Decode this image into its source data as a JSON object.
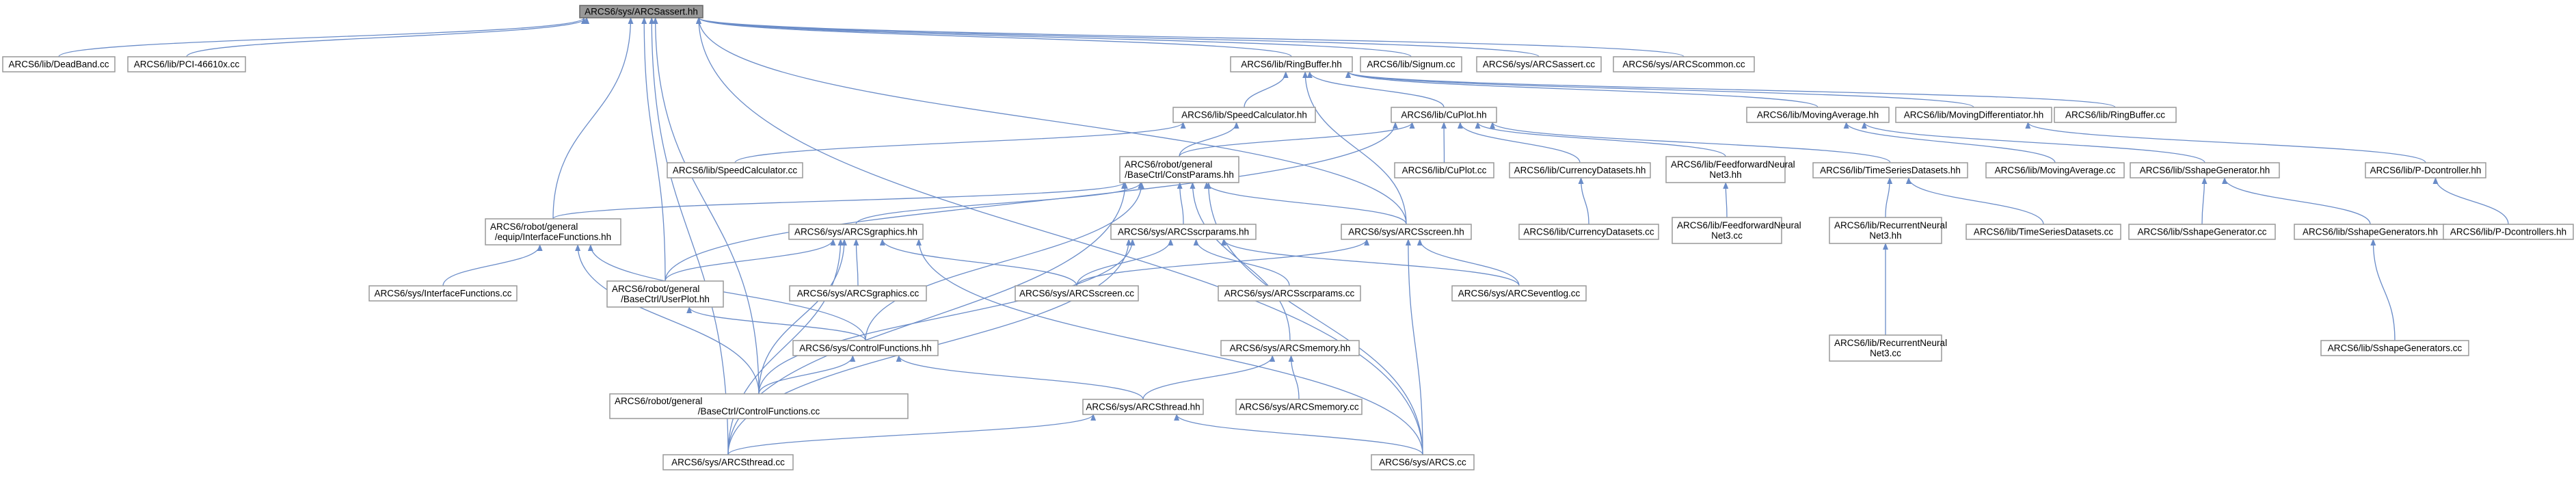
{
  "diagram": {
    "nodes": [
      {
        "id": "root",
        "lines": [
          "ARCS6/sys/ARCSassert.hh"
        ],
        "root": true
      },
      {
        "id": "deadband",
        "lines": [
          "ARCS6/lib/DeadBand.cc"
        ]
      },
      {
        "id": "pci",
        "lines": [
          "ARCS6/lib/PCI-46610x.cc"
        ]
      },
      {
        "id": "ringbufhh",
        "lines": [
          "ARCS6/lib/RingBuffer.hh"
        ]
      },
      {
        "id": "signum",
        "lines": [
          "ARCS6/lib/Signum.cc"
        ]
      },
      {
        "id": "assertcc",
        "lines": [
          "ARCS6/sys/ARCSassert.cc"
        ]
      },
      {
        "id": "commoncc",
        "lines": [
          "ARCS6/sys/ARCScommon.cc"
        ]
      },
      {
        "id": "speedcalchh",
        "lines": [
          "ARCS6/lib/SpeedCalculator.hh"
        ]
      },
      {
        "id": "cuplothh",
        "lines": [
          "ARCS6/lib/CuPlot.hh"
        ]
      },
      {
        "id": "movavghh",
        "lines": [
          "ARCS6/lib/MovingAverage.hh"
        ]
      },
      {
        "id": "movdiffhh",
        "lines": [
          "ARCS6/lib/MovingDifferentiator.hh"
        ]
      },
      {
        "id": "ringbufcc",
        "lines": [
          "ARCS6/lib/RingBuffer.cc"
        ]
      },
      {
        "id": "speedcalccc",
        "lines": [
          "ARCS6/lib/SpeedCalculator.cc"
        ]
      },
      {
        "id": "constparams",
        "lines": [
          "ARCS6/robot/general",
          "/BaseCtrl/ConstParams.hh"
        ]
      },
      {
        "id": "cuplotcc",
        "lines": [
          "ARCS6/lib/CuPlot.cc"
        ]
      },
      {
        "id": "currdshh",
        "lines": [
          "ARCS6/lib/CurrencyDatasets.hh"
        ]
      },
      {
        "id": "ffnnhh",
        "lines": [
          "ARCS6/lib/FeedforwardNeural",
          "Net3.hh"
        ]
      },
      {
        "id": "tsdshh",
        "lines": [
          "ARCS6/lib/TimeSeriesDatasets.hh"
        ]
      },
      {
        "id": "movavgcc",
        "lines": [
          "ARCS6/lib/MovingAverage.cc"
        ]
      },
      {
        "id": "sshapegenhh",
        "lines": [
          "ARCS6/lib/SshapeGenerator.hh"
        ]
      },
      {
        "id": "pdctrlhh",
        "lines": [
          "ARCS6/lib/P-Dcontroller.hh"
        ]
      },
      {
        "id": "ifacefunchh",
        "lines": [
          "ARCS6/robot/general",
          "/equip/InterfaceFunctions.hh"
        ]
      },
      {
        "id": "graphicshh",
        "lines": [
          "ARCS6/sys/ARCSgraphics.hh"
        ]
      },
      {
        "id": "scrparamshh",
        "lines": [
          "ARCS6/sys/ARCSscrparams.hh"
        ]
      },
      {
        "id": "screenhh",
        "lines": [
          "ARCS6/sys/ARCSscreen.hh"
        ]
      },
      {
        "id": "currdscc",
        "lines": [
          "ARCS6/lib/CurrencyDatasets.cc"
        ]
      },
      {
        "id": "ffnncc",
        "lines": [
          "ARCS6/lib/FeedforwardNeural",
          "Net3.cc"
        ]
      },
      {
        "id": "rnnhh",
        "lines": [
          "ARCS6/lib/RecurrentNeural",
          "Net3.hh"
        ]
      },
      {
        "id": "tsdscc",
        "lines": [
          "ARCS6/lib/TimeSeriesDatasets.cc"
        ]
      },
      {
        "id": "sshapegencc",
        "lines": [
          "ARCS6/lib/SshapeGenerator.cc"
        ]
      },
      {
        "id": "sshapegenshh",
        "lines": [
          "ARCS6/lib/SshapeGenerators.hh"
        ]
      },
      {
        "id": "pdctrlcc",
        "lines": [
          "ARCS6/lib/P-Dcontrollers.hh"
        ]
      },
      {
        "id": "ifacefunccc",
        "lines": [
          "ARCS6/sys/InterfaceFunctions.cc"
        ]
      },
      {
        "id": "userplothh",
        "lines": [
          "ARCS6/robot/general",
          "/BaseCtrl/UserPlot.hh"
        ]
      },
      {
        "id": "graphicscc",
        "lines": [
          "ARCS6/sys/ARCSgraphics.cc"
        ]
      },
      {
        "id": "screencc",
        "lines": [
          "ARCS6/sys/ARCSscreen.cc"
        ]
      },
      {
        "id": "scrparamscc",
        "lines": [
          "ARCS6/sys/ARCSscrparams.cc"
        ]
      },
      {
        "id": "eventlogcc",
        "lines": [
          "ARCS6/sys/ARCSeventlog.cc"
        ]
      },
      {
        "id": "rnncc",
        "lines": [
          "ARCS6/lib/RecurrentNeural",
          "Net3.cc"
        ]
      },
      {
        "id": "sshapegenscc",
        "lines": [
          "ARCS6/lib/SshapeGenerators.cc"
        ]
      },
      {
        "id": "ctrlfunchh",
        "lines": [
          "ARCS6/sys/ControlFunctions.hh"
        ]
      },
      {
        "id": "memoryhh",
        "lines": [
          "ARCS6/sys/ARCSmemory.hh"
        ]
      },
      {
        "id": "ctrlfunccc",
        "lines": [
          "ARCS6/robot/general",
          "/BaseCtrl/ControlFunctions.cc"
        ]
      },
      {
        "id": "threadhh",
        "lines": [
          "ARCS6/sys/ARCSthread.hh"
        ]
      },
      {
        "id": "memorycc",
        "lines": [
          "ARCS6/sys/ARCSmemory.cc"
        ]
      },
      {
        "id": "threadcc",
        "lines": [
          "ARCS6/sys/ARCSthread.cc"
        ]
      },
      {
        "id": "arcscc",
        "lines": [
          "ARCS6/sys/ARCS.cc"
        ]
      }
    ],
    "edges": [
      [
        "deadband",
        "root"
      ],
      [
        "pci",
        "root"
      ],
      [
        "ringbufhh",
        "root"
      ],
      [
        "signum",
        "root"
      ],
      [
        "assertcc",
        "root"
      ],
      [
        "commoncc",
        "root"
      ],
      [
        "ifacefunchh",
        "root"
      ],
      [
        "userplothh",
        "root"
      ],
      [
        "ctrlfunccc",
        "root"
      ],
      [
        "threadcc",
        "root"
      ],
      [
        "screenhh",
        "root"
      ],
      [
        "arcscc",
        "root"
      ],
      [
        "speedcalchh",
        "ringbufhh"
      ],
      [
        "cuplothh",
        "ringbufhh"
      ],
      [
        "movavghh",
        "ringbufhh"
      ],
      [
        "movdiffhh",
        "ringbufhh"
      ],
      [
        "ringbufcc",
        "ringbufhh"
      ],
      [
        "screenhh",
        "ringbufhh"
      ],
      [
        "speedcalccc",
        "speedcalchh"
      ],
      [
        "constparams",
        "speedcalchh"
      ],
      [
        "constparams",
        "cuplothh"
      ],
      [
        "cuplotcc",
        "cuplothh"
      ],
      [
        "currdshh",
        "cuplothh"
      ],
      [
        "ffnnhh",
        "cuplothh"
      ],
      [
        "tsdshh",
        "cuplothh"
      ],
      [
        "userplothh",
        "cuplothh"
      ],
      [
        "movavgcc",
        "movavghh"
      ],
      [
        "sshapegenhh",
        "movavghh"
      ],
      [
        "pdctrlhh",
        "movdiffhh"
      ],
      [
        "ifacefunchh",
        "constparams"
      ],
      [
        "graphicshh",
        "constparams"
      ],
      [
        "scrparamshh",
        "constparams"
      ],
      [
        "screenhh",
        "constparams"
      ],
      [
        "ctrlfunchh",
        "constparams"
      ],
      [
        "threadcc",
        "constparams"
      ],
      [
        "memoryhh",
        "constparams"
      ],
      [
        "arcscc",
        "constparams"
      ],
      [
        "currdscc",
        "currdshh"
      ],
      [
        "ffnncc",
        "ffnnhh"
      ],
      [
        "rnnhh",
        "tsdshh"
      ],
      [
        "tsdscc",
        "tsdshh"
      ],
      [
        "rnncc",
        "rnnhh"
      ],
      [
        "sshapegencc",
        "sshapegenhh"
      ],
      [
        "sshapegenshh",
        "sshapegenhh"
      ],
      [
        "sshapegenscc",
        "sshapegenshh"
      ],
      [
        "pdctrlcc",
        "pdctrlhh"
      ],
      [
        "ifacefunccc",
        "ifacefunchh"
      ],
      [
        "ctrlfunchh",
        "ifacefunchh"
      ],
      [
        "ctrlfunccc",
        "ifacefunchh"
      ],
      [
        "userplothh",
        "graphicshh"
      ],
      [
        "graphicscc",
        "graphicshh"
      ],
      [
        "screencc",
        "graphicshh"
      ],
      [
        "ctrlfunccc",
        "graphicshh"
      ],
      [
        "threadcc",
        "graphicshh"
      ],
      [
        "arcscc",
        "graphicshh"
      ],
      [
        "screencc",
        "scrparamshh"
      ],
      [
        "scrparamscc",
        "scrparamshh"
      ],
      [
        "eventlogcc",
        "scrparamshh"
      ],
      [
        "ctrlfunccc",
        "scrparamshh"
      ],
      [
        "threadcc",
        "scrparamshh"
      ],
      [
        "screencc",
        "screenhh"
      ],
      [
        "eventlogcc",
        "screenhh"
      ],
      [
        "arcscc",
        "screenhh"
      ],
      [
        "ctrlfunchh",
        "userplothh"
      ],
      [
        "ctrlfunccc",
        "ctrlfunchh"
      ],
      [
        "threadhh",
        "ctrlfunchh"
      ],
      [
        "threadhh",
        "memoryhh"
      ],
      [
        "memorycc",
        "memoryhh"
      ],
      [
        "threadcc",
        "threadhh"
      ],
      [
        "arcscc",
        "threadhh"
      ]
    ]
  }
}
